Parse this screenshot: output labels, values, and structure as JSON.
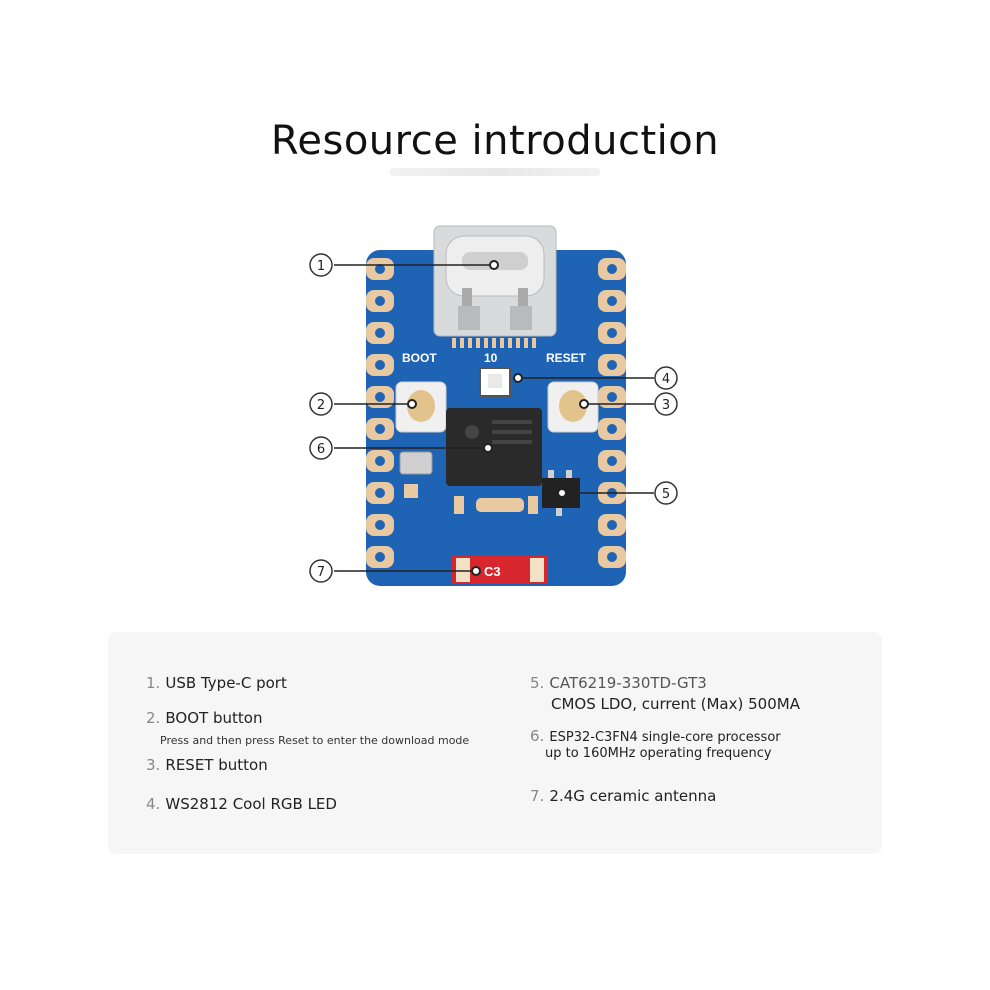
{
  "title": "Resource introduction",
  "callout_numbers": [
    "1",
    "2",
    "3",
    "4",
    "5",
    "6",
    "7"
  ],
  "board": {
    "silkscreen_boot": "BOOT",
    "silkscreen_io": "10",
    "silkscreen_reset": "RESET",
    "antenna_label": "C3",
    "colors": {
      "pcb": "#1e63b4",
      "pad": "#e8c9a2",
      "usb_metal": "#d9dadc",
      "chip": "#2a2a2a",
      "antenna": "#d8262e"
    }
  },
  "legend": {
    "items": [
      {
        "num": "1.",
        "label": "USB Type-C port"
      },
      {
        "num": "2.",
        "label": "BOOT button",
        "note": "Press and then press Reset to enter the download mode"
      },
      {
        "num": "3.",
        "label": "RESET button"
      },
      {
        "num": "4.",
        "label": "WS2812 Cool RGB LED"
      },
      {
        "num": "5.",
        "label": "CAT6219-330TD-GT3",
        "line2": "CMOS LDO, current (Max) 500MA"
      },
      {
        "num": "6.",
        "label": "ESP32-C3FN4 single-core processor",
        "line2": "up to 160MHz operating frequency"
      },
      {
        "num": "7.",
        "label": "2.4G ceramic antenna"
      }
    ]
  }
}
